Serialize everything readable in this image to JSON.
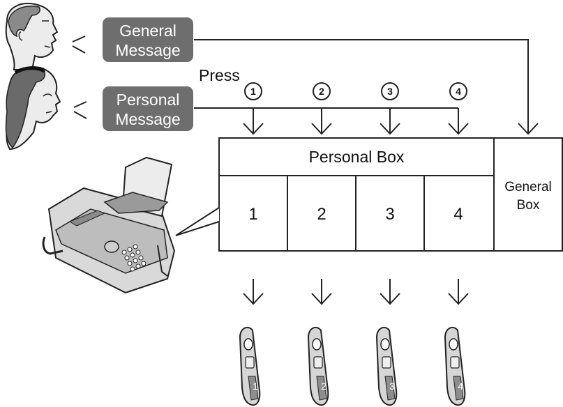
{
  "callers": {
    "general_label": [
      "General",
      "Message"
    ],
    "personal_label": [
      "Personal",
      "Message"
    ]
  },
  "press_label": "Press",
  "press_keys": [
    "1",
    "2",
    "3",
    "4"
  ],
  "personal_box": {
    "title": "Personal Box",
    "slots": [
      "1",
      "2",
      "3",
      "4"
    ]
  },
  "general_box": [
    "General",
    "Box"
  ],
  "handsets": [
    "1",
    "2",
    "3",
    "4"
  ],
  "colors": {
    "pill": "#6e6e6e",
    "line": "#222222",
    "figure_fill": "#e6e6e6"
  },
  "icons": [
    "man-caller-icon",
    "woman-caller-icon",
    "fax-machine-icon",
    "cordless-handset-icon"
  ]
}
